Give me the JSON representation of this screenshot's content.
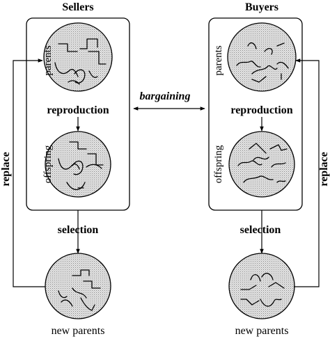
{
  "sellers": {
    "title": "Sellers",
    "parents_label": "parents",
    "reproduction_label": "reproduction",
    "offspring_label": "offspring",
    "selection_label": "selection",
    "new_parents_label": "new parents",
    "replace_label": "replace"
  },
  "buyers": {
    "title": "Buyers",
    "parents_label": "parents",
    "reproduction_label": "reproduction",
    "offspring_label": "offspring",
    "selection_label": "selection",
    "new_parents_label": "new parents",
    "replace_label": "replace"
  },
  "bargaining_label": "bargaining"
}
